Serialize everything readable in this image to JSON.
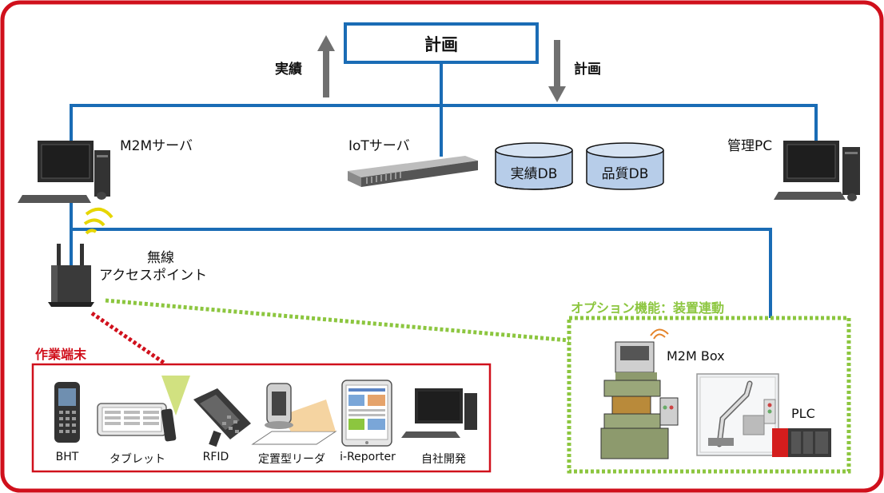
{
  "top": {
    "plan_box": "計画",
    "up_label": "実績",
    "down_label": "計画"
  },
  "servers": {
    "m2m_server": "M2Mサーバ",
    "iot_server": "IoTサーバ",
    "db_results": "実績DB",
    "db_quality": "品質DB",
    "admin_pc": "管理PC"
  },
  "wireless": {
    "line1": "無線",
    "line2": "アクセスポイント"
  },
  "terminals": {
    "title": "作業端末",
    "items": [
      "BHT",
      "タブレット",
      "RFID",
      "定置型リーダ",
      "i-Reporter",
      "自社開発"
    ]
  },
  "option": {
    "title": "オプション機能：装置連動",
    "m2m_box": "M2M Box",
    "plc": "PLC"
  },
  "colors": {
    "frame_red": "#d0101c",
    "network_blue": "#1a6cb5",
    "option_green": "#8cc63f",
    "arrow_gray": "#707070",
    "db_fill": "#b7cde9"
  }
}
